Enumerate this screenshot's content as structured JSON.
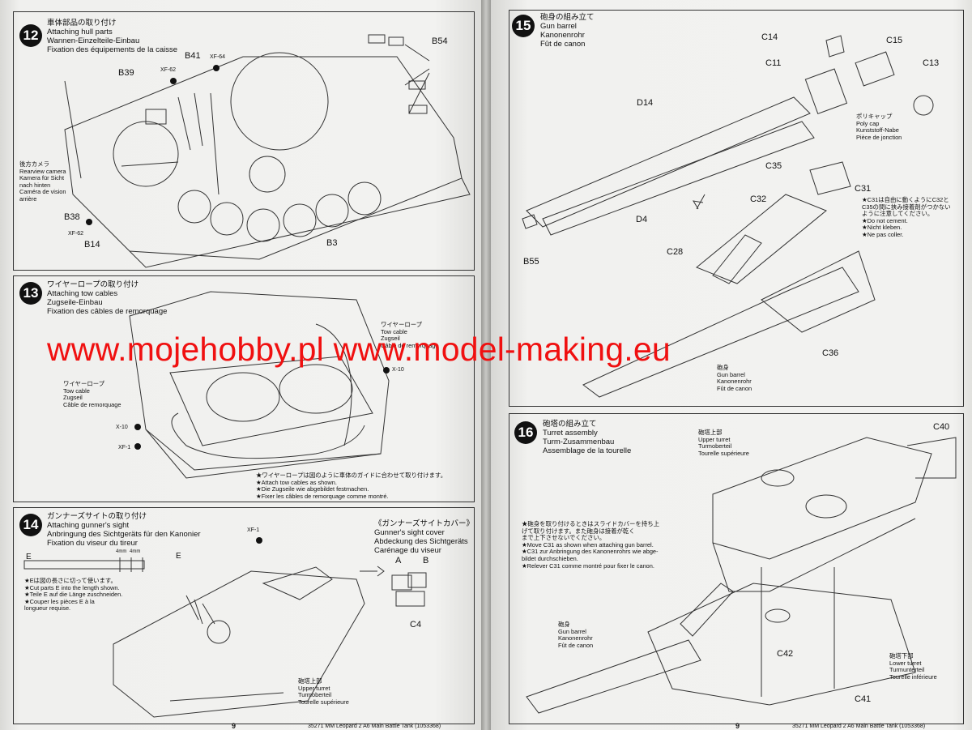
{
  "watermark": "www.mojehobby.pl www.model-making.eu",
  "steps": {
    "s12": {
      "num": "12",
      "title": [
        "車体部品の取り付け",
        "Attaching hull parts",
        "Wannen-Einzelteile-Einbau",
        "Fixation des équipements de la caisse"
      ],
      "parts": {
        "b54": "B54",
        "b41": "B41",
        "b39": "B39",
        "b38": "B38",
        "b14": "B14",
        "b3": "B3"
      },
      "paints": {
        "xf62a": "XF-62",
        "xf64": "XF-64",
        "xf62b": "XF-62"
      },
      "camera": [
        "後方カメラ",
        "Rearview camera",
        "Kamera für Sicht",
        "nach hinten",
        "Caméra de vision",
        "arrière"
      ]
    },
    "s13": {
      "num": "13",
      "title": [
        "ワイヤーロープの取り付け",
        "Attaching tow cables",
        "Zugseile-Einbau",
        "Fixation des câbles de remorquage"
      ],
      "cable_right": [
        "ワイヤーロープ",
        "Tow cable",
        "Zugseil",
        "Câble de remorquage"
      ],
      "cable_left": [
        "ワイヤーロープ",
        "Tow cable",
        "Zugseil",
        "Câble de remorquage"
      ],
      "paints": {
        "x10a": "X-10",
        "x10b": "X-10",
        "xf1": "XF-1"
      },
      "note": [
        "★ワイヤーロープは図のように車体のガイドに合わせて取り付けます。",
        "★Attach tow cables as shown.",
        "★Die Zugseile wie abgebildet festmachen.",
        "★Fixer les câbles de remorquage comme montré."
      ]
    },
    "s14": {
      "num": "14",
      "title": [
        "ガンナーズサイトの取り付け",
        "Attaching gunner's sight",
        "Anbringung des Sichtgeräts für den Kanonier",
        "Fixation du viseur du tireur"
      ],
      "cover": [
        "《ガンナーズサイトカバー》",
        "Gunner's sight cover",
        "Abdeckung des Sichtgeräts",
        "Carénage du viseur"
      ],
      "parts": {
        "e1": "E",
        "e2": "E",
        "a": "A",
        "b": "B",
        "c4": "C4"
      },
      "dims": {
        "d1": "4mm",
        "d2": "4mm"
      },
      "paint": "XF-1",
      "cut_note": [
        "★Eは図の長さに切って使います。",
        "★Cut parts E into the length shown.",
        "★Teile E auf die Länge zuschneiden.",
        "★Couper les pièces E à la",
        "longueur requise."
      ],
      "upper": [
        "砲塔上部",
        "Upper turret",
        "Turmoberteil",
        "Tourelle supérieure"
      ]
    },
    "s15": {
      "num": "15",
      "title": [
        "砲身の組み立て",
        "Gun barrel",
        "Kanonenrohr",
        "Fût de canon"
      ],
      "parts": {
        "c14": "C14",
        "c15": "C15",
        "c11": "C11",
        "c13": "C13",
        "d14": "D14",
        "d4": "D4",
        "b55": "B55",
        "c35": "C35",
        "c31": "C31",
        "c32": "C32",
        "c28": "C28",
        "c36": "C36"
      },
      "polycap": [
        "ポリキャップ",
        "Poly cap",
        "Kunststoff-Nabe",
        "Pièce de jonction"
      ],
      "c31_note": [
        "★C31は自由に動くようにC32と",
        "C35の間に挟み接着剤がつかない",
        "ように注意してください。",
        "★Do not cement.",
        "★Nicht kleben.",
        "★Ne pas coller."
      ],
      "barrel": [
        "砲身",
        "Gun barrel",
        "Kanonenrohr",
        "Fût de canon"
      ]
    },
    "s16": {
      "num": "16",
      "title": [
        "砲塔の組み立て",
        "Turret assembly",
        "Turm-Zusammenbau",
        "Assemblage de la tourelle"
      ],
      "parts": {
        "c40": "C40",
        "c42": "C42",
        "c41": "C41"
      },
      "upper": [
        "砲塔上部",
        "Upper turret",
        "Turmoberteil",
        "Tourelle supérieure"
      ],
      "lower": [
        "砲塔下部",
        "Lower turret",
        "Turmunterteil",
        "Tourelle inférieure"
      ],
      "barrel": [
        "砲身",
        "Gun barrel",
        "Kanonenrohr",
        "Fût de canon"
      ],
      "note": [
        "★砲身を取り付けるときはスライドカバーを持ち上",
        "げて取り付けます。また砲身は接着が乾く",
        "まで上下させないでください。",
        "★Move C31 as shown when attaching gun barrel.",
        "★C31 zur Anbringung des Kanonenrohrs wie abge-",
        "bildet durchschieben.",
        "★Relever C31 comme montré pour fixer le canon."
      ]
    }
  },
  "footer": {
    "left_page": "9",
    "right_page": "9",
    "right_text": "35271   MM Leopard 2 A6 Main Battle Tank (1053368)",
    "left_text": "35271   MM Leopard 2 A6 Main Battle Tank (1053368)"
  }
}
